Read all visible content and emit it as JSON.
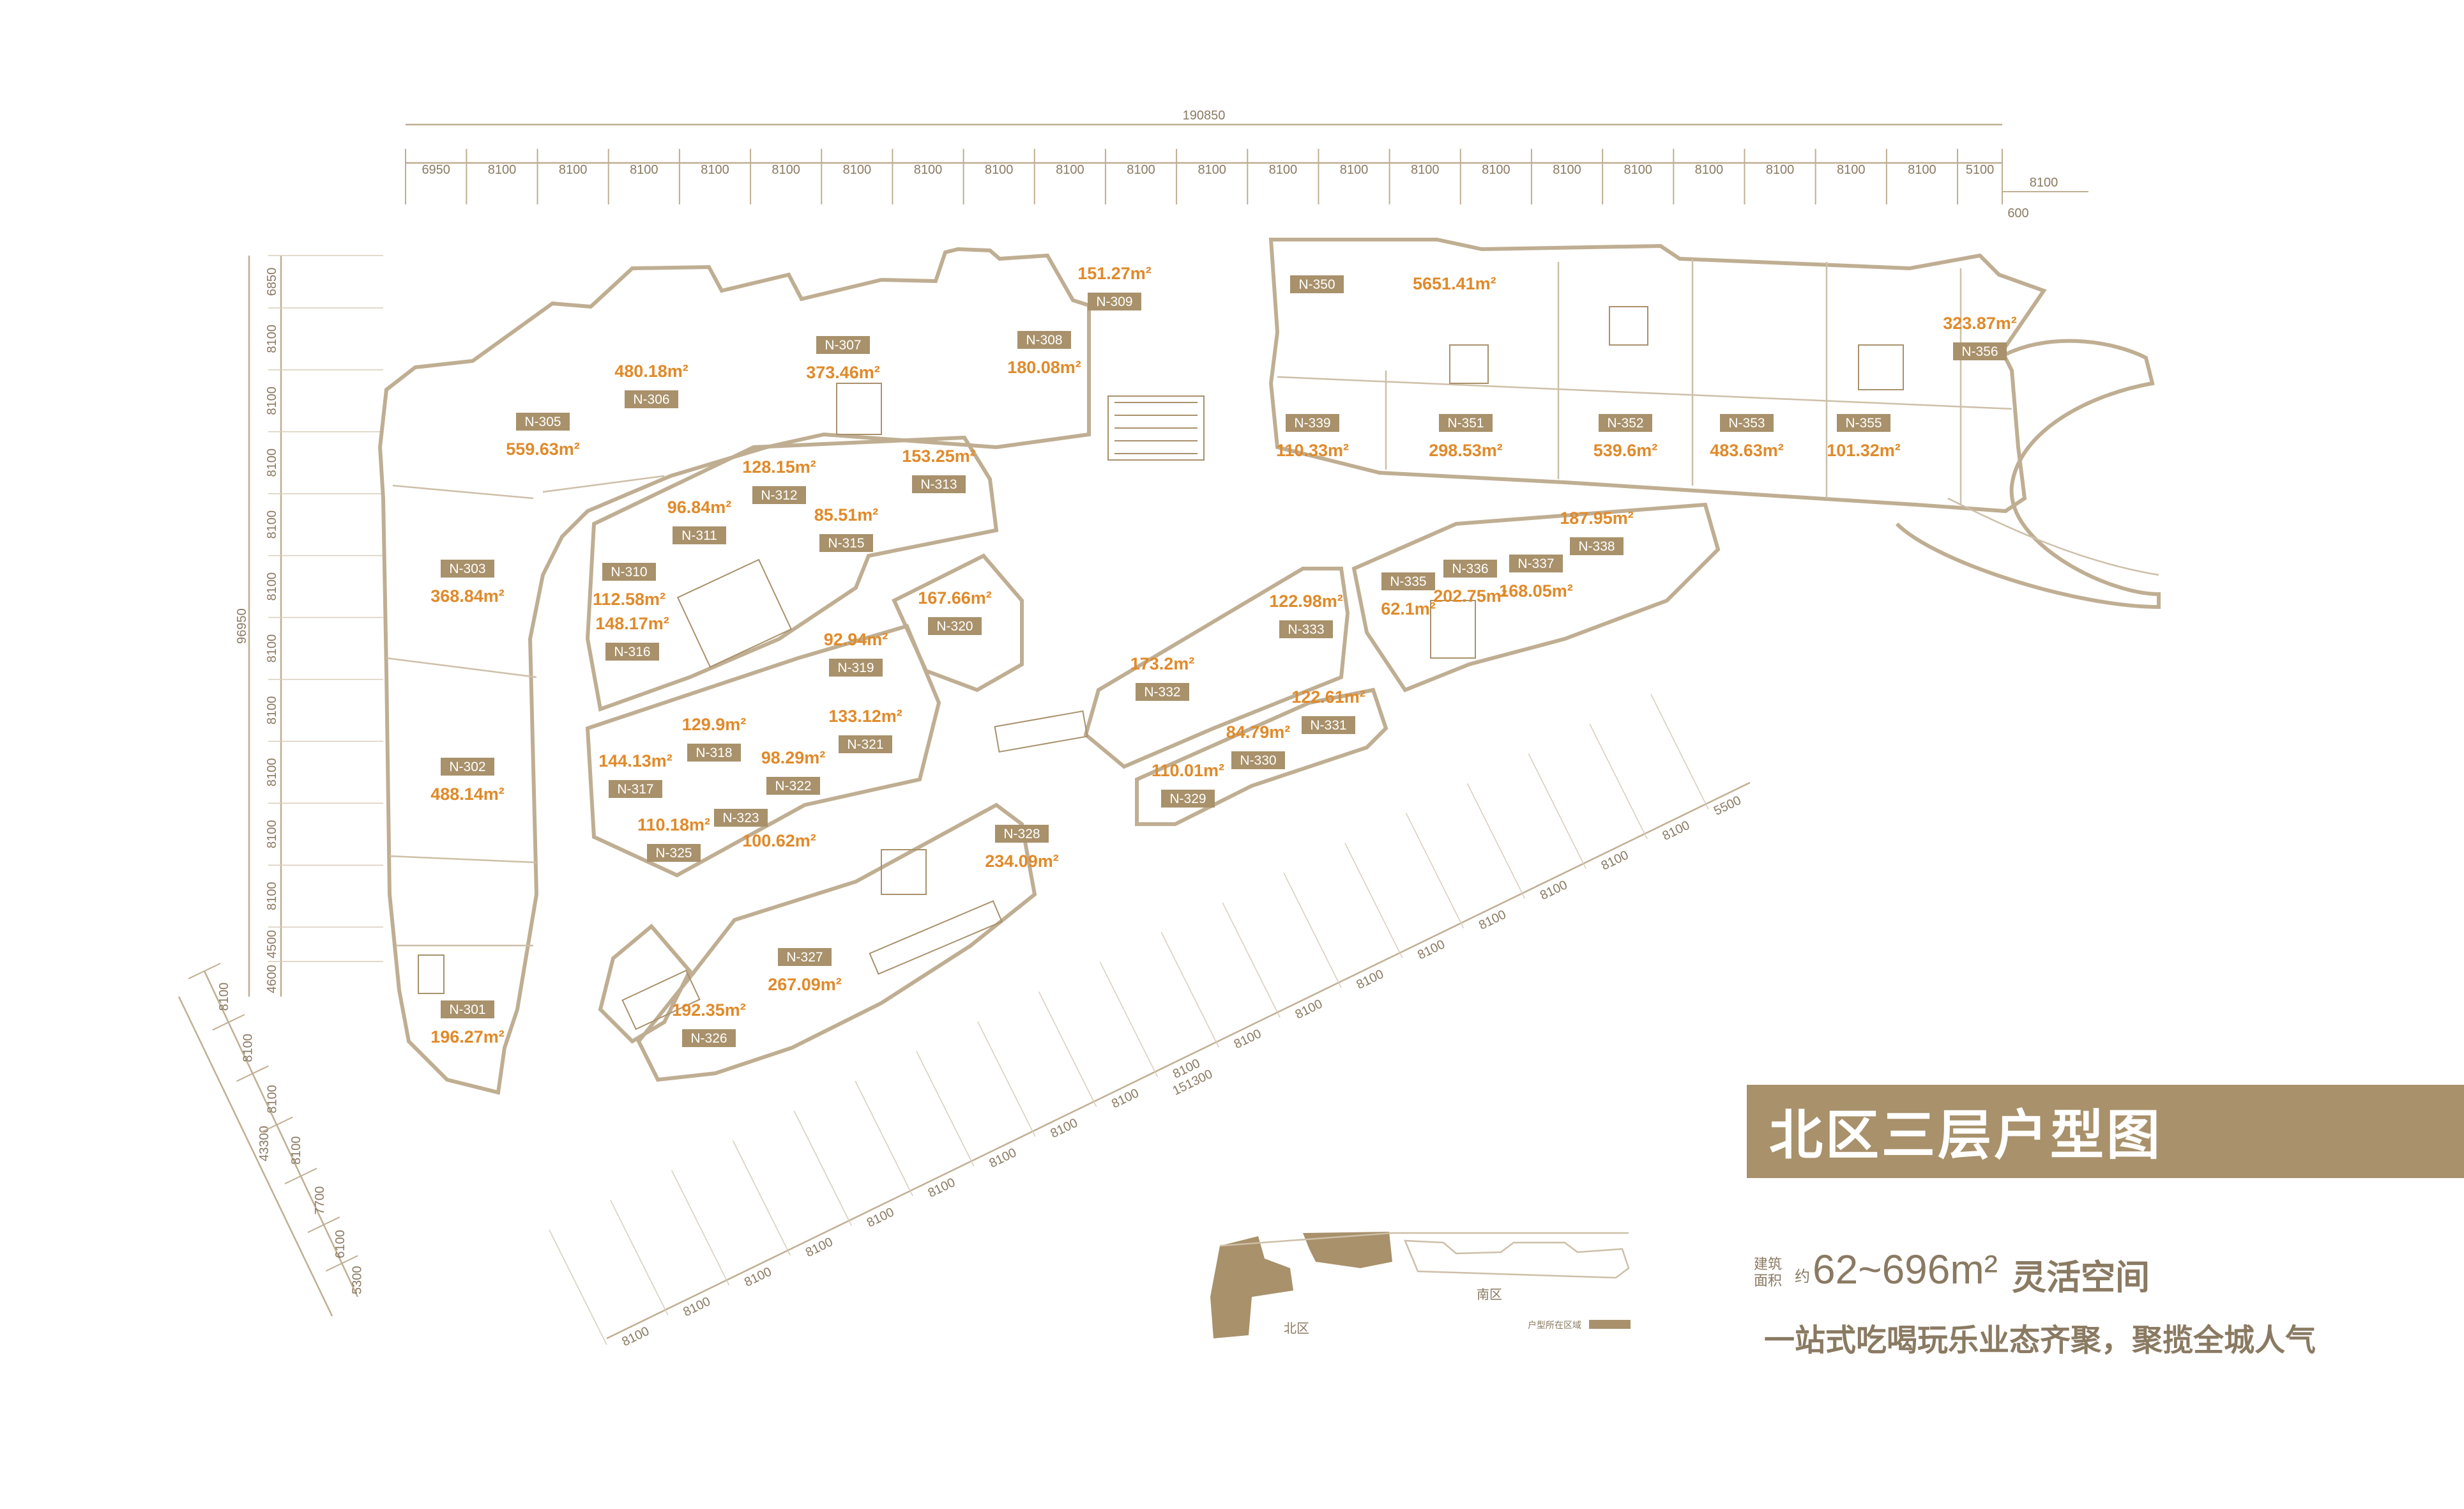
{
  "title": "北区三层户型图",
  "area_label": "建筑面积",
  "area_approx": "约",
  "area_range_text": "62~696",
  "area_unit": "m²",
  "area_desc": "灵活空间",
  "slogan": "一站式吃喝玩乐业态齐聚，聚揽全城人气",
  "key_map": {
    "north": "北区",
    "south": "南区",
    "legend": "户型所在区域"
  },
  "colors": {
    "brand": "#a8916b",
    "area_text": "#e08a2a",
    "wall": "#bfae92",
    "dim_text": "#8a7a62"
  },
  "dimensions": {
    "top_total": "190850",
    "top": [
      "6950",
      "8100",
      "8100",
      "8100",
      "8100",
      "8100",
      "8100",
      "8100",
      "8100",
      "8100",
      "8100",
      "8100",
      "8100",
      "8100",
      "8100",
      "8100",
      "8100",
      "8100",
      "8100",
      "8100",
      "8100",
      "8100",
      "5100"
    ],
    "top_right": [
      "8100",
      "600"
    ],
    "left_total": "96950",
    "left": [
      "6850",
      "8100",
      "8100",
      "8100",
      "8100",
      "8100",
      "8100",
      "8100",
      "8100",
      "8100",
      "8100",
      "4500",
      "4600"
    ],
    "diag_left_total": "43300",
    "diag_left": [
      "8100",
      "8100",
      "8100",
      "8100",
      "7700",
      "6100",
      "5300"
    ],
    "diag_right_total": "151300",
    "diag_right": [
      "8100",
      "8100",
      "8100",
      "8100",
      "8100",
      "8100",
      "8100",
      "8100",
      "8100",
      "8100",
      "8100",
      "8100",
      "8100",
      "8100",
      "8100",
      "8100",
      "8100",
      "8100",
      "5500"
    ]
  },
  "units": [
    {
      "id": "N-301",
      "area": "196.27"
    },
    {
      "id": "N-302",
      "area": "488.14"
    },
    {
      "id": "N-303",
      "area": "368.84"
    },
    {
      "id": "N-305",
      "area": "559.63"
    },
    {
      "id": "N-306",
      "area": "480.18"
    },
    {
      "id": "N-307",
      "area": "373.46"
    },
    {
      "id": "N-308",
      "area": "180.08"
    },
    {
      "id": "N-309",
      "area": "151.27"
    },
    {
      "id": "N-310",
      "area": "112.58"
    },
    {
      "id": "N-311",
      "area": "96.84"
    },
    {
      "id": "N-312",
      "area": "128.15"
    },
    {
      "id": "N-313",
      "area": "153.25"
    },
    {
      "id": "N-315",
      "area": "85.51"
    },
    {
      "id": "N-316",
      "area": "148.17"
    },
    {
      "id": "N-317",
      "area": "144.13"
    },
    {
      "id": "N-318",
      "area": "129.9"
    },
    {
      "id": "N-319",
      "area": "92.94"
    },
    {
      "id": "N-320",
      "area": "167.66"
    },
    {
      "id": "N-321",
      "area": "133.12"
    },
    {
      "id": "N-322",
      "area": "98.29"
    },
    {
      "id": "N-323",
      "area": "100.62"
    },
    {
      "id": "N-325",
      "area": "110.18"
    },
    {
      "id": "N-326",
      "area": "192.35"
    },
    {
      "id": "N-327",
      "area": "267.09"
    },
    {
      "id": "N-328",
      "area": "234.09"
    },
    {
      "id": "N-329",
      "area": "110.01"
    },
    {
      "id": "N-330",
      "area": "84.79"
    },
    {
      "id": "N-331",
      "area": "122.61"
    },
    {
      "id": "N-332",
      "area": "173.2"
    },
    {
      "id": "N-333",
      "area": "122.98"
    },
    {
      "id": "N-335",
      "area": "62.1"
    },
    {
      "id": "N-336",
      "area": "202.75"
    },
    {
      "id": "N-337",
      "area": "168.05"
    },
    {
      "id": "N-338",
      "area": "187.95"
    },
    {
      "id": "N-339",
      "area": "110.33"
    },
    {
      "id": "N-350",
      "area": "5651.41"
    },
    {
      "id": "N-351",
      "area": "298.53"
    },
    {
      "id": "N-352",
      "area": "539.6"
    },
    {
      "id": "N-353",
      "area": "483.63"
    },
    {
      "id": "N-355",
      "area": "101.32"
    },
    {
      "id": "N-356",
      "area": "323.87"
    }
  ]
}
